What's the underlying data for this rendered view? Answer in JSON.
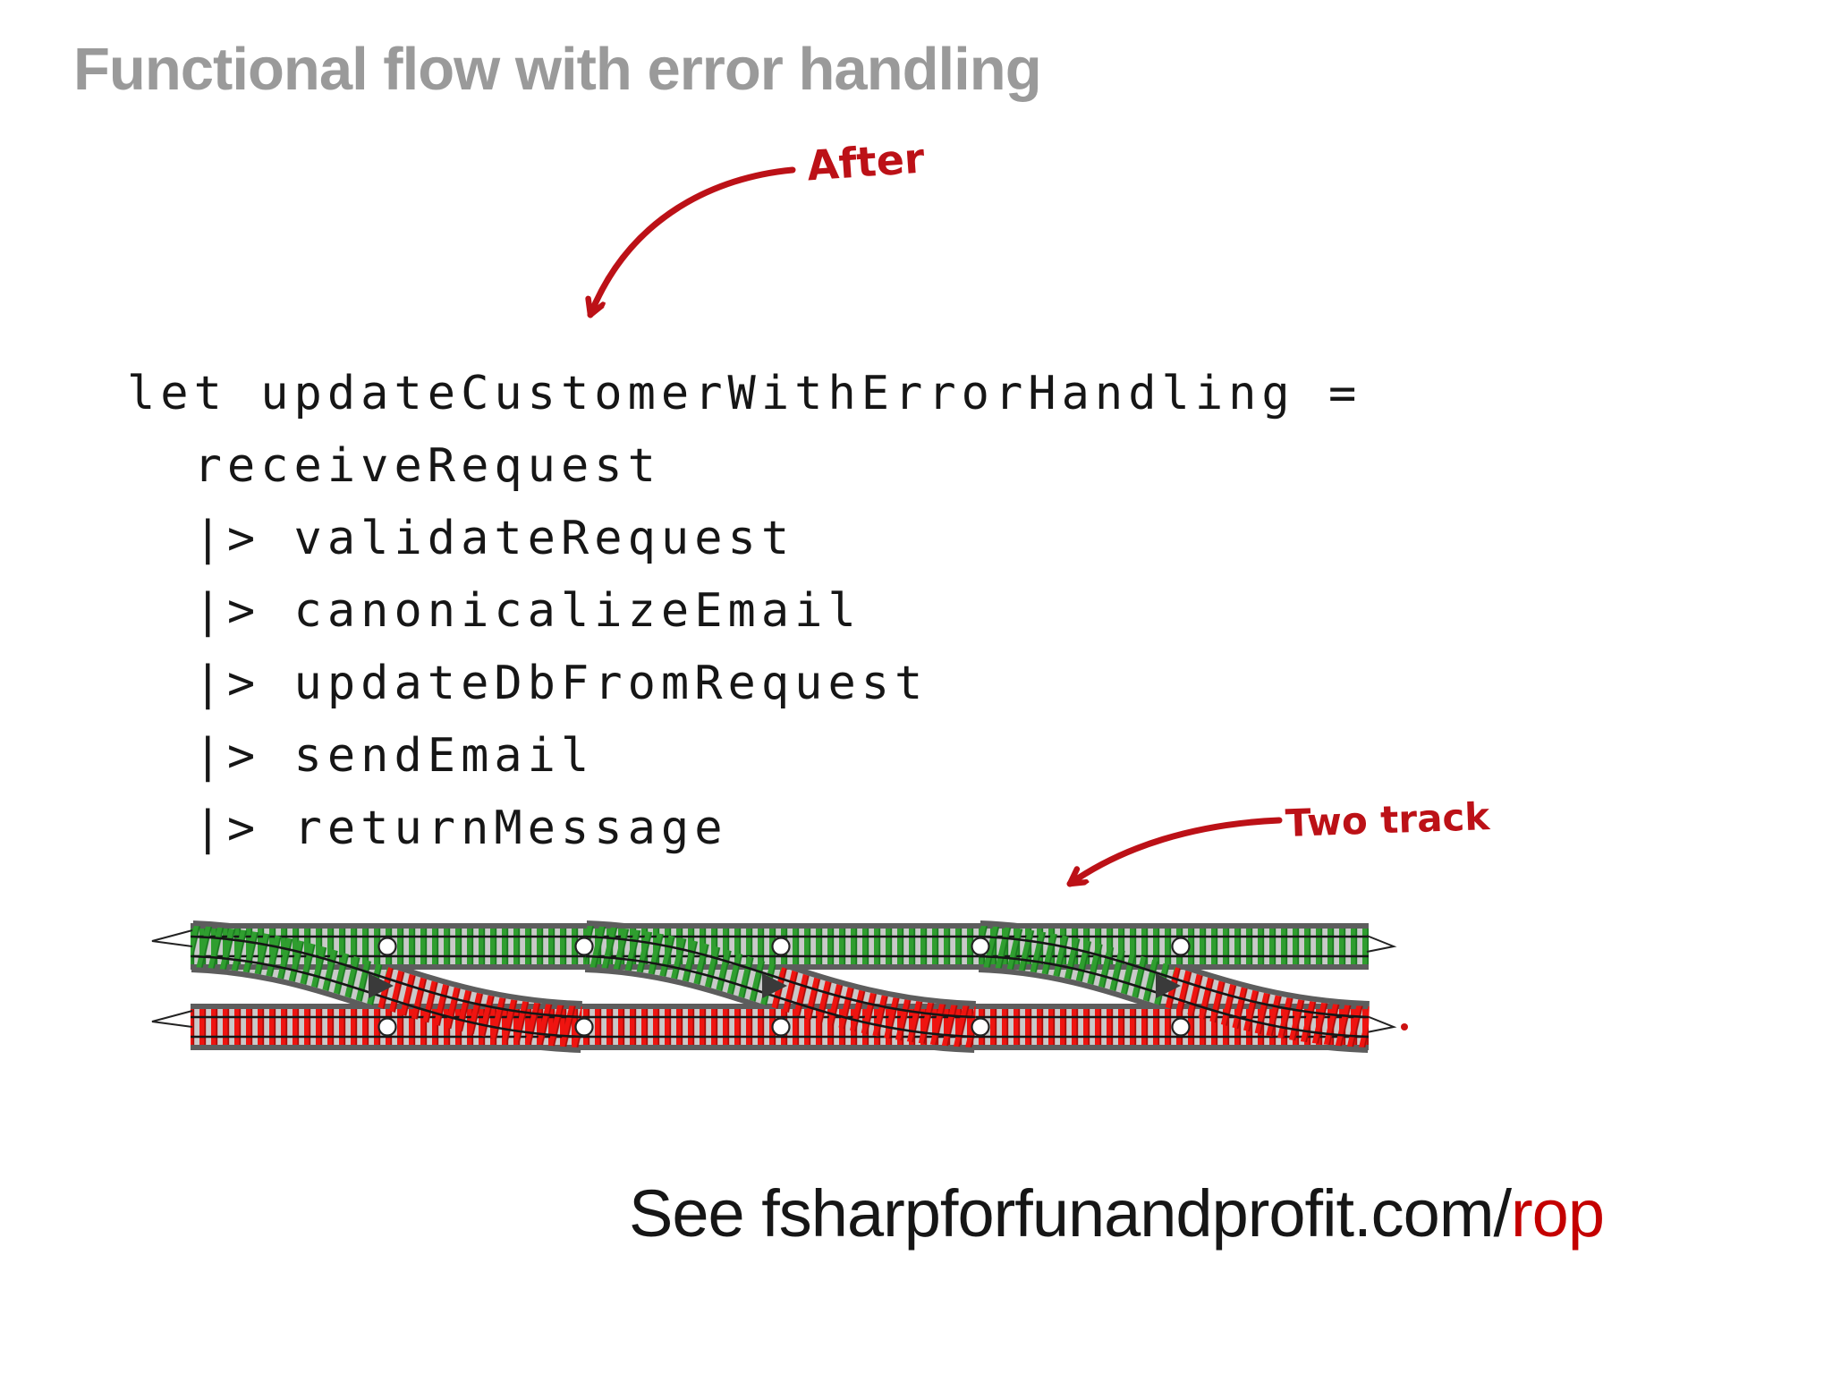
{
  "slide": {
    "title": "Functional flow with error handling",
    "code": {
      "text": "let updateCustomerWithErrorHandling =\n  receiveRequest\n  |> validateRequest\n  |> canonicalizeEmail\n  |> updateDbFromRequest\n  |> sendEmail\n  |> returnMessage",
      "lines": [
        "let updateCustomerWithErrorHandling =",
        "  receiveRequest",
        "  |> validateRequest",
        "  |> canonicalizeEmail",
        "  |> updateDbFromRequest",
        "  |> sendEmail",
        "  |> returnMessage"
      ]
    },
    "annotations": {
      "after_label": "After",
      "two_track_label": "Two track"
    },
    "footer": {
      "prefix": "See fsharpforfunandprofit.com/",
      "highlight": "rop"
    },
    "diagram": {
      "kind": "two-track-railway",
      "tracks": [
        {
          "name": "success-track",
          "color": "#2f9e2f",
          "junction_dots": 5
        },
        {
          "name": "failure-track",
          "color": "#ef1410",
          "junction_dots": 5
        }
      ],
      "switch_count": 3
    },
    "colors": {
      "title_gray": "#9a9a9a",
      "code_black": "#161616",
      "annotation_red": "#bc1117",
      "footer_highlight_red": "#c40000",
      "track_green": "#2f9e2f",
      "track_green_dark": "#1a7a1f",
      "track_red": "#ef1410",
      "track_red_dark": "#ab0b08",
      "track_bed_gray": "#c9c9c9",
      "track_border_gray": "#5d5d5d",
      "rail_black": "#161616"
    }
  }
}
